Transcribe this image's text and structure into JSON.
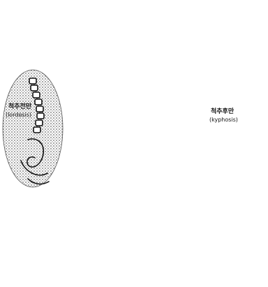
{
  "illustration": {
    "left_callout": {
      "title": "척추전만",
      "subtitle": "(lordosis)"
    },
    "right_callout": {
      "title": "척추후만",
      "subtitle": "(kyphosis)"
    }
  }
}
